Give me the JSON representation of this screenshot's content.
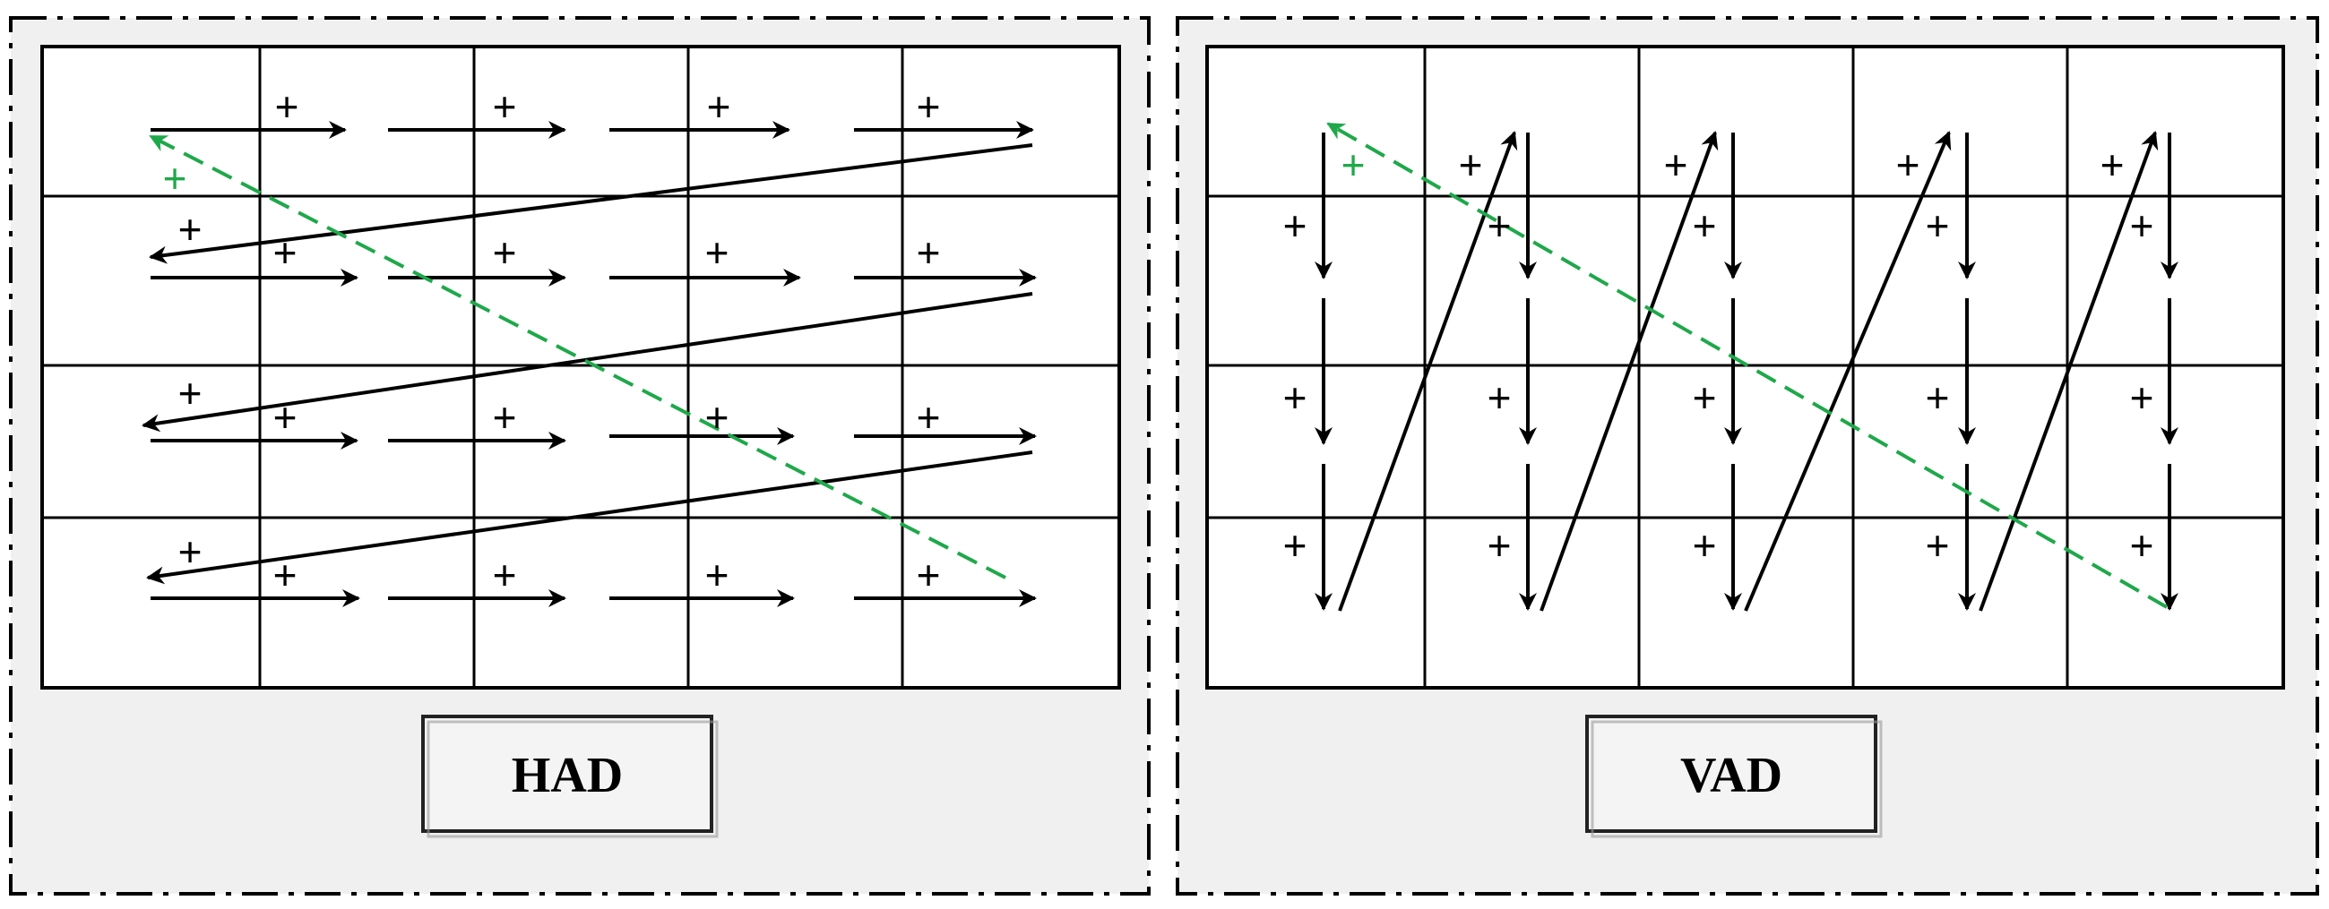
{
  "panels": [
    {
      "id": "had",
      "label": "HAD",
      "direction": "horizontal",
      "rows": 4,
      "cols": 5
    },
    {
      "id": "vad",
      "label": "VAD",
      "direction": "vertical",
      "rows": 4,
      "cols": 5
    }
  ],
  "symbols": {
    "plus": "+"
  },
  "colors": {
    "panel_background": "#f0f0f0",
    "grid_fill": "#ffffff",
    "stroke": "#000000",
    "diagonal": "#1fa84a",
    "button_fill": "#f4f4f4"
  }
}
